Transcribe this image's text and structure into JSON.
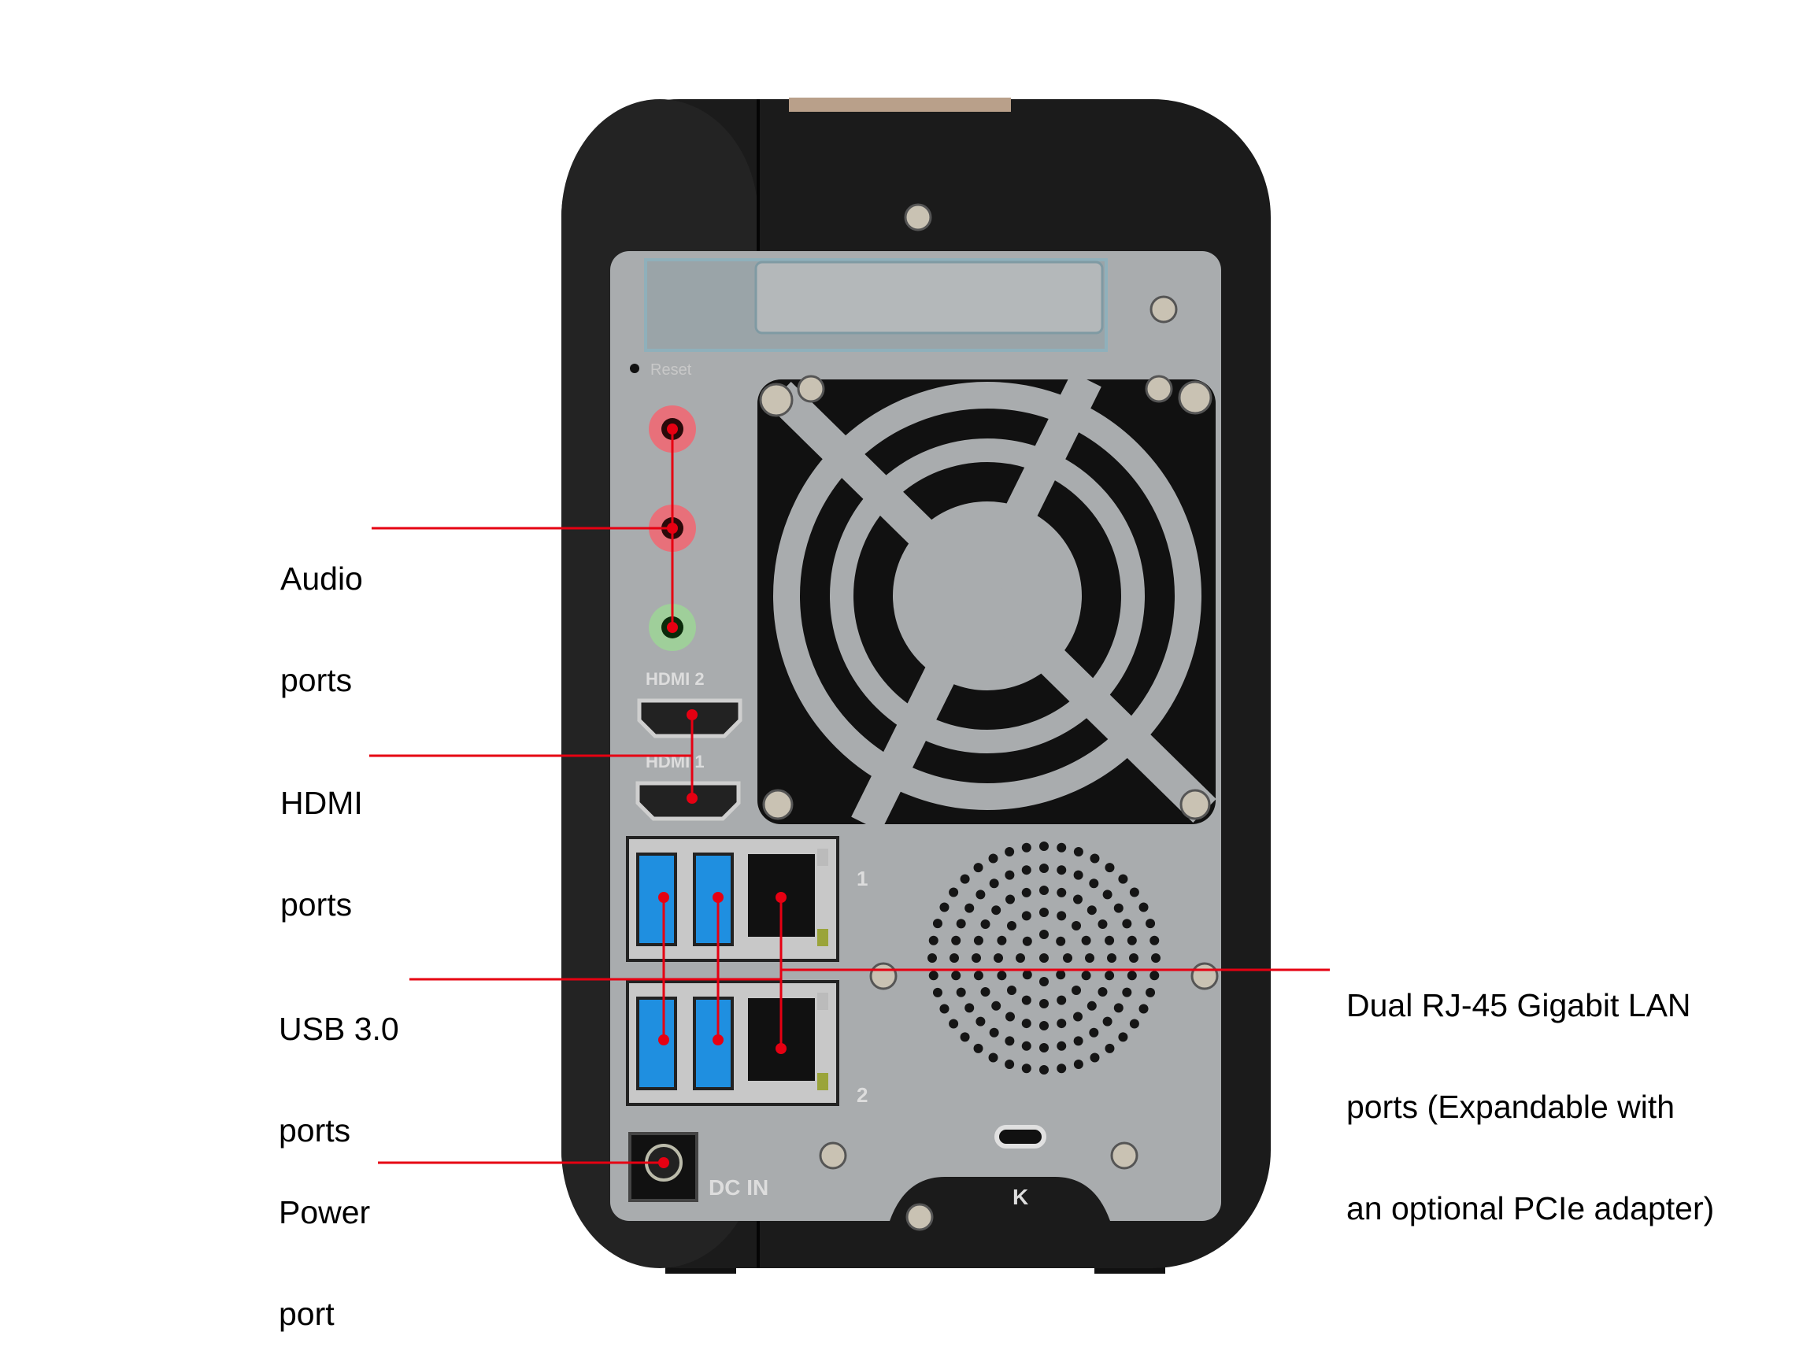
{
  "colors": {
    "callout_line": "#e60012",
    "chassis": "#1b1b1b",
    "panel": "#a9acae",
    "usb_blue": "#1f8fe0",
    "audio_pink": "#e8707a",
    "audio_green": "#9fcf9a"
  },
  "panel_markings": {
    "reset": "Reset",
    "hdmi_2": "HDMI 2",
    "hdmi_1": "HDMI 1",
    "lan_1": "1",
    "lan_2": "2",
    "dc_in": "DC IN",
    "kensington": "K"
  },
  "callouts": {
    "audio": {
      "line1": "Audio",
      "line2": "ports"
    },
    "hdmi": {
      "line1": "HDMI",
      "line2": "ports"
    },
    "usb": {
      "line1": "USB 3.0",
      "line2": "ports"
    },
    "power": {
      "line1": "Power",
      "line2": "port"
    },
    "lan": {
      "line1": "Dual RJ-45 Gigabit LAN",
      "line2": "ports (Expandable with",
      "line3": "an optional PCIe adapter)"
    }
  }
}
